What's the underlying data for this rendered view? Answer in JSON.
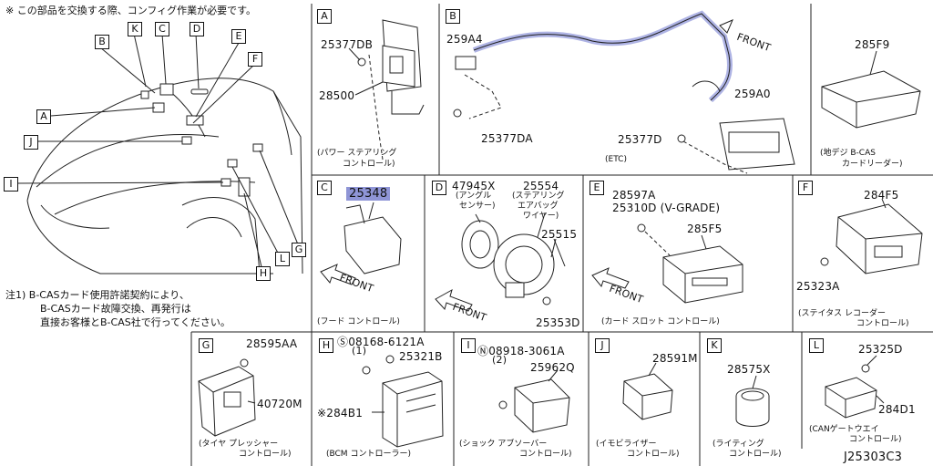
{
  "overview": {
    "note_top": "※ この部品を交換する際、コンフィグ作業が必要です。",
    "callouts": [
      "A",
      "B",
      "C",
      "D",
      "E",
      "F",
      "G",
      "H",
      "I",
      "J",
      "K",
      "L"
    ],
    "footnote_1": "注1) B-CASカード使用許諾契約により、",
    "footnote_2": "B-CASカード故障交換、再発行は",
    "footnote_3": "直接お客様とB-CAS社で行ってください。"
  },
  "panel_a": {
    "tag": "A",
    "parts": [
      "25377DB",
      "28500"
    ],
    "caption_1": "(パワー ステアリング",
    "caption_2": "コントロール)"
  },
  "panel_b": {
    "tag": "B",
    "parts": [
      "259A4",
      "25377DA",
      "25377D",
      "259A0"
    ],
    "front": "FRONT",
    "caption": "(ETC)"
  },
  "panel_285f9": {
    "parts": [
      "285F9"
    ],
    "caption_1": "(地デジ B-CAS",
    "caption_2": "カードリーダー)"
  },
  "panel_c": {
    "tag": "C",
    "part_highlight": "25348",
    "front": "FRONT",
    "caption": "(フード コントロール)"
  },
  "panel_d": {
    "tag": "D",
    "part_1": "47945X",
    "part_1_sub_1": "(アングル",
    "part_1_sub_2": "センサー)",
    "part_2": "25554",
    "part_2_sub_1": "(ステアリング",
    "part_2_sub_2": "エアバッグ",
    "part_2_sub_3": "ワイヤー)",
    "part_3": "25515",
    "part_4": "25353D",
    "front": "FRONT"
  },
  "panel_e": {
    "tag": "E",
    "part_1": "28597A",
    "part_2": "25310D (V-GRADE)",
    "part_3": "285F5",
    "front": "FRONT",
    "caption": "(カード スロット コントロール)"
  },
  "panel_f": {
    "tag": "F",
    "parts": [
      "284F5",
      "25323A"
    ],
    "caption_1": "(ステイタス レコーダー",
    "caption_2": "コントロール)"
  },
  "panel_g": {
    "tag": "G",
    "parts": [
      "28595AA",
      "40720M"
    ],
    "caption_1": "(タイヤ プレッシャー",
    "caption_2": "コントロール)"
  },
  "panel_h": {
    "tag": "H",
    "bolt": "Ⓢ08168-6121A",
    "qty": "(1)",
    "part_1": "25321B",
    "part_2": "※284B1",
    "caption": "(BCM コントローラー)"
  },
  "panel_i": {
    "tag": "I",
    "nut": "Ⓝ08918-3061A",
    "qty": "(2)",
    "part_1": "25962Q",
    "caption_1": "(ショック アブソーバー",
    "caption_2": "コントロール)"
  },
  "panel_j": {
    "tag": "J",
    "parts": [
      "28591M"
    ],
    "caption_1": "(イモビライザー",
    "caption_2": "コントロール)"
  },
  "panel_k": {
    "tag": "K",
    "parts": [
      "28575X"
    ],
    "caption_1": "(ライティング",
    "caption_2": "コントロール)"
  },
  "panel_l": {
    "tag": "L",
    "parts": [
      "25325D",
      "284D1"
    ],
    "caption_1": "(CANゲートウエイ",
    "caption_2": "コントロール)"
  },
  "diagram_code": "J25303C3"
}
